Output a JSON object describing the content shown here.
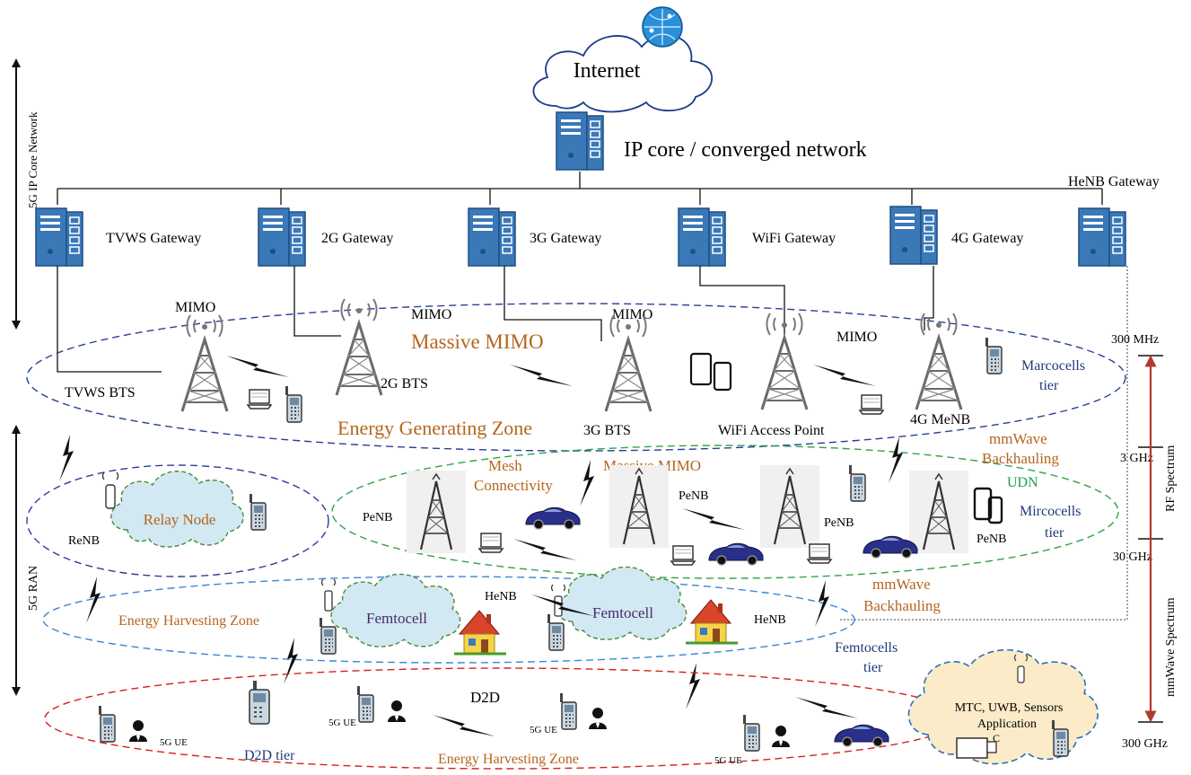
{
  "core": {
    "internet": "Internet",
    "core_network": "IP core / converged network",
    "ip_core_axis": "5G IP Core Network",
    "ran_axis": "5G RAN"
  },
  "gateways": {
    "tvws": "TVWS Gateway",
    "g2": "2G Gateway",
    "g3": "3G Gateway",
    "wifi": "WiFi Gateway",
    "g4": "4G Gateway",
    "henb": "HeNB Gateway"
  },
  "macro": {
    "mimo_1": "MIMO",
    "mimo_2": "MIMO",
    "mimo_3": "MIMO",
    "mimo_4": "MIMO",
    "massive_mimo": "Massive MIMO",
    "tvws_bts": "TVWS BTS",
    "bts_2g": "2G BTS",
    "bts_3g": "3G BTS",
    "wifi_ap": "WiFi Access Point",
    "menb_4g": "4G MeNB",
    "energy_generating": "Energy Generating Zone",
    "tier_1": "Marcocells",
    "tier_2": "tier"
  },
  "micro": {
    "relay_node": "Relay Node",
    "renb": "ReNB",
    "mesh_1": "Mesh",
    "mesh_2": "Connectivity",
    "massive_mimo": "Massive MIMO",
    "penb_1": "PeNB",
    "penb_2": "PeNB",
    "penb_3": "PeNB",
    "penb_4": "PeNB",
    "udn": "UDN",
    "mmwave_1a": "mmWave",
    "mmwave_1b": "Backhauling",
    "mmwave_2a": "mmWave",
    "mmwave_2b": "Backhauling",
    "tier_1": "Mircocells",
    "tier_2": "tier"
  },
  "femto": {
    "energy_harvesting": "Energy Harvesting Zone",
    "femtocell_1": "Femtocell",
    "femtocell_2": "Femtocell",
    "henb_1": "HeNB",
    "henb_2": "HeNB",
    "tier_1": "Femtocells",
    "tier_2": "tier"
  },
  "d2d": {
    "d2d_label": "D2D",
    "tier": "D2D tier",
    "energy_harvesting": "Energy Harvesting Zone",
    "ue_1": "5G UE",
    "ue_2": "5G UE",
    "ue_3": "5G UE",
    "ue_4": "5G UE",
    "mtc_1": "MTC, UWB, Sensors",
    "mtc_2": "Application",
    "camera_c": "C"
  },
  "spectrum": {
    "f300mhz": "300 MHz",
    "f3ghz": "3 GHz",
    "f30ghz": "30 GHz",
    "f300ghz": "300 GHz",
    "rf": "RF Spectrum",
    "mmwave": "mmWave Spectrum"
  },
  "colors": {
    "server_fill": "#3a78b8",
    "server_stroke": "#1f4f80",
    "orange_text": "#b5651d",
    "navy_text": "#1f3a7a",
    "green_text": "#1aa34a",
    "dash_blue": "#2a3f9a",
    "dash_green": "#2fa34a",
    "dash_red": "#d62020",
    "dash_lightblue": "#3a86d6",
    "cloud_fill": "#d2e8f2",
    "mtc_fill": "#fcebc8",
    "spectrum_red": "#b03a2e"
  }
}
